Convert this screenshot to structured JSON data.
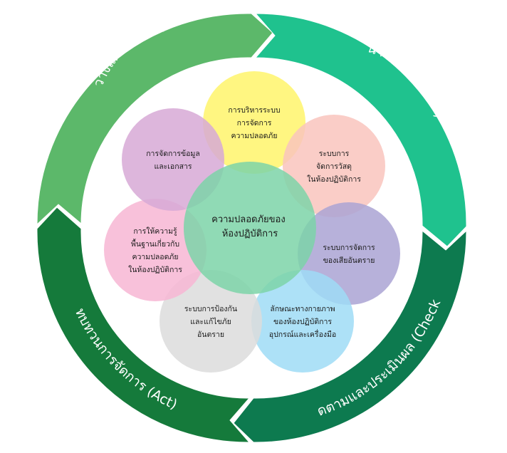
{
  "cycle": {
    "plan": {
      "label": "วางแผน (Plan)",
      "color": "#5cb86a"
    },
    "do": {
      "label": "นำไปปฏิบัติ (Do)",
      "color": "#1fc28e"
    },
    "check": {
      "label": "ติดตามและประเมินผล (Check)",
      "color": "#0d7a4f"
    },
    "act": {
      "label": "ทบทวนการจัดการ (Act)",
      "color": "#157a3b"
    }
  },
  "center": {
    "lines": [
      "ความปลอดภัยของ",
      "ห้องปฏิบัติการ"
    ],
    "color": "#7dd4a8"
  },
  "petals": [
    {
      "key": "safety-management",
      "color": "#fff56b",
      "lines": [
        "การบริหารระบบ",
        "การจัดการ",
        "ความปลอดภัย"
      ]
    },
    {
      "key": "chemical-management",
      "color": "#f9c4bd",
      "lines": [
        "ระบบการ",
        "จัดการวัสดุ",
        "ในห้องปฏิบัติการ"
      ]
    },
    {
      "key": "waste-management",
      "color": "#aaa3d3",
      "lines": [
        "ระบบการจัดการ",
        "ของเสียอันตราย"
      ]
    },
    {
      "key": "physical-environment",
      "color": "#9fdcf6",
      "lines": [
        "ลักษณะทางกายภาพ",
        "ของห้องปฏิบัติการ",
        "อุปกรณ์และเครื่องมือ"
      ]
    },
    {
      "key": "hazard-prevention",
      "color": "#dcdcdc",
      "lines": [
        "ระบบการป้องกัน",
        "และแก้ไขภัย",
        "อันตราย"
      ]
    },
    {
      "key": "safety-knowledge",
      "color": "#f7b6d4",
      "lines": [
        "การให้ความรู้",
        "พื้นฐานเกี่ยวกับ",
        "ความปลอดภัย",
        "ในห้องปฏิบัติการ"
      ]
    },
    {
      "key": "data-documents",
      "color": "#d7a9d6",
      "lines": [
        "การจัดการข้อมูล",
        "และเอกสาร"
      ]
    }
  ]
}
